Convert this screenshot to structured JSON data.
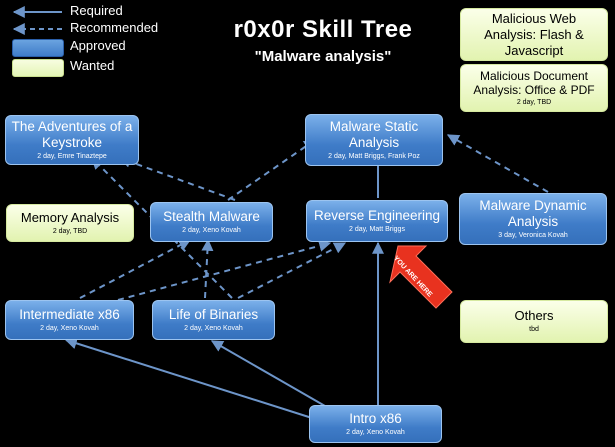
{
  "title": "r0x0r Skill Tree",
  "subtitle": "\"Malware analysis\"",
  "legend": {
    "required": "Required",
    "recommended": "Recommended",
    "approved": "Approved",
    "wanted": "Wanted"
  },
  "you_are_here": "YOU ARE HERE",
  "colors": {
    "approved": "#4a86d0",
    "wanted": "#eef9c8",
    "arrow": "#6d95c9",
    "marker": "#e8321f"
  },
  "nodes": {
    "adventures": {
      "title": "The Adventures of a Keystroke",
      "sub": "2 day, Emre Tinaztepe"
    },
    "static": {
      "title": "Malware Static Analysis",
      "sub": "2 day, Matt Briggs, Frank Poz"
    },
    "flash": {
      "title": "Malicious Web Analysis: Flash & Javascript",
      "sub": ""
    },
    "document": {
      "title": "Malicious Document Analysis: Office & PDF",
      "sub": "2 day, TBD"
    },
    "memory": {
      "title": "Memory Analysis",
      "sub": "2 day, TBD"
    },
    "stealth": {
      "title": "Stealth Malware",
      "sub": "2 day, Xeno Kovah"
    },
    "reverse": {
      "title": "Reverse Engineering",
      "sub": "2 day, Matt Briggs"
    },
    "dynamic": {
      "title": "Malware Dynamic Analysis",
      "sub": "3 day, Veronica Kovah"
    },
    "intermediate": {
      "title": "Intermediate x86",
      "sub": "2 day, Xeno Kovah"
    },
    "binaries": {
      "title": "Life of Binaries",
      "sub": "2 day, Xeno Kovah"
    },
    "others": {
      "title": "Others",
      "sub": "tbd"
    },
    "intro": {
      "title": "Intro x86",
      "sub": "2 day, Xeno Kovah"
    }
  }
}
